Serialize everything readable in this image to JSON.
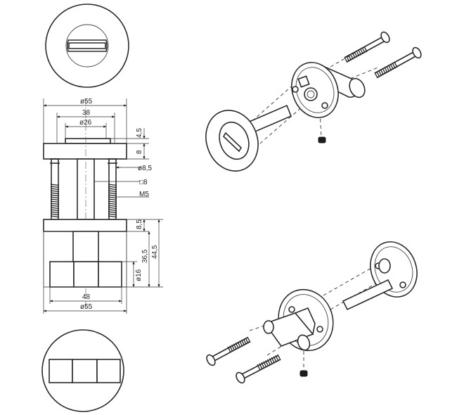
{
  "dimensions": {
    "d55_top": "ø55",
    "w38": "38",
    "d26": "ø26",
    "h4_5": "4,5",
    "h8_top": "8",
    "d8_5": "ø8,5",
    "sq8": "□8",
    "m5": "M5",
    "h8_5": "8,5",
    "h36_5": "36,5",
    "h44_5": "44,5",
    "d16": "ø16",
    "w48": "48",
    "d55_bottom": "ø55"
  },
  "colors": {
    "line": "#2a2a2a",
    "background": "#ffffff"
  }
}
